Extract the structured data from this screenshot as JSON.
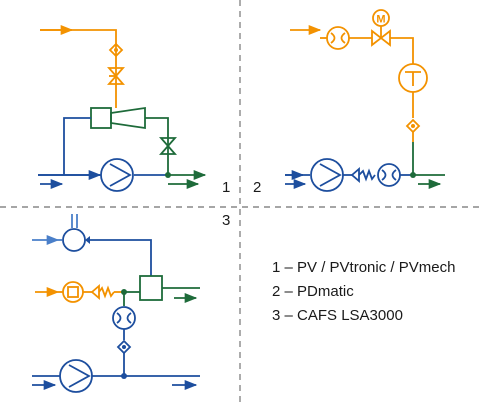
{
  "quadrant_numbers": [
    "1",
    "2",
    "3"
  ],
  "legend": [
    {
      "number": "1",
      "text": "PV / PVtronic / PVmech"
    },
    {
      "number": "2",
      "text": "PDmatic"
    },
    {
      "number": "3",
      "text": "CAFS LSA3000"
    }
  ],
  "legend_separator": " – ",
  "motor_symbol_letter": "M",
  "colors": {
    "orange": "#f39200",
    "blue": "#1d4e9e",
    "green": "#1e6b3a",
    "dash": "#888888"
  }
}
